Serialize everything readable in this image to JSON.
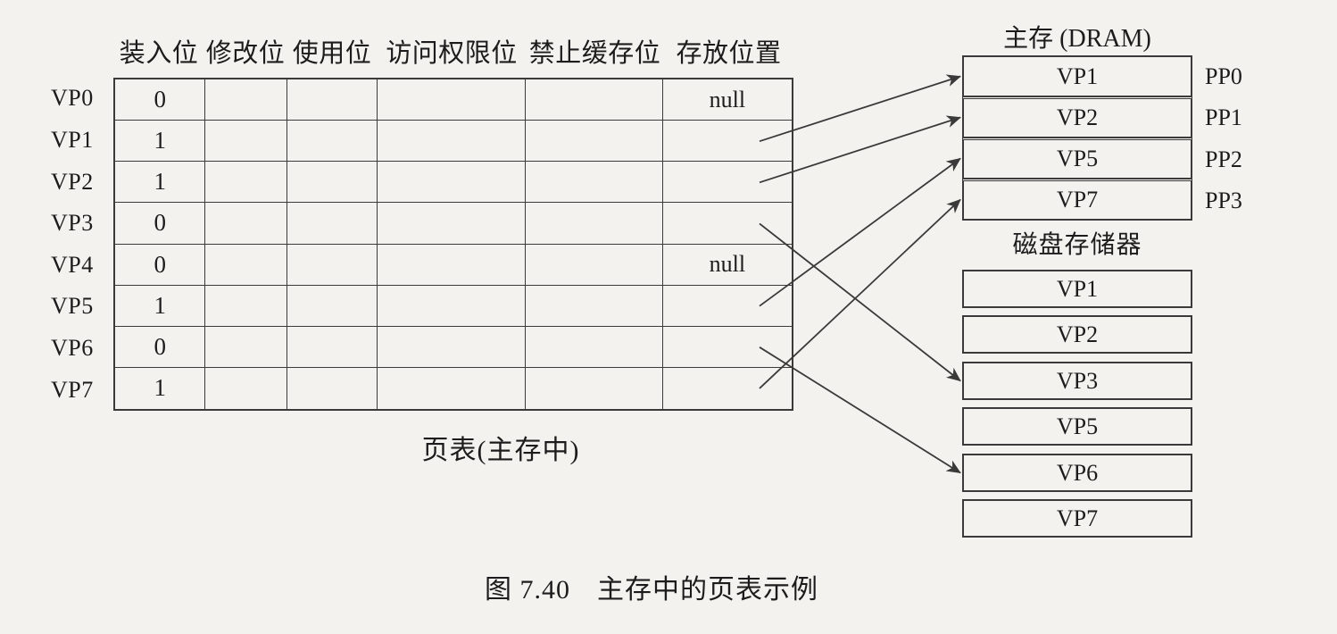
{
  "figure": {
    "label": "图 7.40",
    "title": "主存中的页表示例"
  },
  "page_table": {
    "headers": [
      "装入位",
      "修改位",
      "使用位",
      "访问权限位",
      "禁止缓存位",
      "存放位置"
    ],
    "caption": "页表(主存中)",
    "rows": [
      {
        "label": "VP0",
        "load_bit": "0",
        "location": "null"
      },
      {
        "label": "VP1",
        "load_bit": "1",
        "location": ""
      },
      {
        "label": "VP2",
        "load_bit": "1",
        "location": ""
      },
      {
        "label": "VP3",
        "load_bit": "0",
        "location": ""
      },
      {
        "label": "VP4",
        "load_bit": "0",
        "location": "null"
      },
      {
        "label": "VP5",
        "load_bit": "1",
        "location": ""
      },
      {
        "label": "VP6",
        "load_bit": "0",
        "location": ""
      },
      {
        "label": "VP7",
        "load_bit": "1",
        "location": ""
      }
    ]
  },
  "dram": {
    "title": "主存 (DRAM)",
    "rows": [
      {
        "vp": "VP1",
        "pp": "PP0"
      },
      {
        "vp": "VP2",
        "pp": "PP1"
      },
      {
        "vp": "VP5",
        "pp": "PP2"
      },
      {
        "vp": "VP7",
        "pp": "PP3"
      }
    ]
  },
  "disk": {
    "title": "磁盘存储器",
    "rows": [
      "VP1",
      "VP2",
      "VP3",
      "VP5",
      "VP6",
      "VP7"
    ]
  },
  "arrows": [
    {
      "from": "VP1",
      "to": "dram-0"
    },
    {
      "from": "VP2",
      "to": "dram-1"
    },
    {
      "from": "VP5",
      "to": "dram-2"
    },
    {
      "from": "VP7",
      "to": "dram-3"
    },
    {
      "from": "VP3",
      "to": "disk-2"
    },
    {
      "from": "VP6",
      "to": "disk-4"
    }
  ],
  "colors": {
    "line": "#3a3a3a",
    "text": "#1c1c1c",
    "paper": "#f3f2ee"
  }
}
